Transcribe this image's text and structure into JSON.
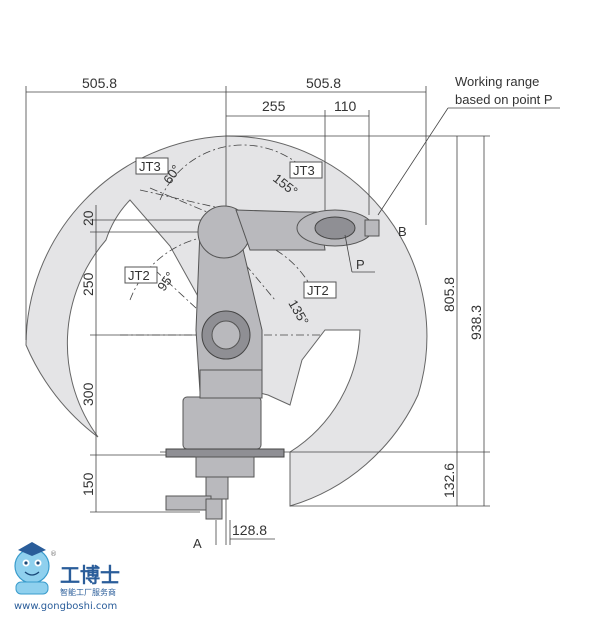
{
  "dimensions": {
    "top_left": "505.8",
    "top_right": "505.8",
    "d255": "255",
    "d110": "110",
    "v20": "20",
    "v250": "250",
    "v300": "300",
    "v150": "150",
    "v805": "805.8",
    "v938": "938.3",
    "v132": "132.6",
    "h128": "128.8"
  },
  "labels": {
    "working_range_line1": "Working range",
    "working_range_line2": "based on point P",
    "point_b": "B",
    "point_p": "P",
    "point_a": "A",
    "jt3_a": "JT3",
    "jt3_b": "JT3",
    "jt2_a": "JT2",
    "jt2_b": "JT2"
  },
  "angles": {
    "a60": "60°",
    "a155": "155°",
    "a95": "95°",
    "a135": "135°"
  },
  "watermark": {
    "brand": "工博士",
    "tagline": "智能工厂服务商",
    "url": "www.gongboshi.com",
    "reg": "®"
  }
}
